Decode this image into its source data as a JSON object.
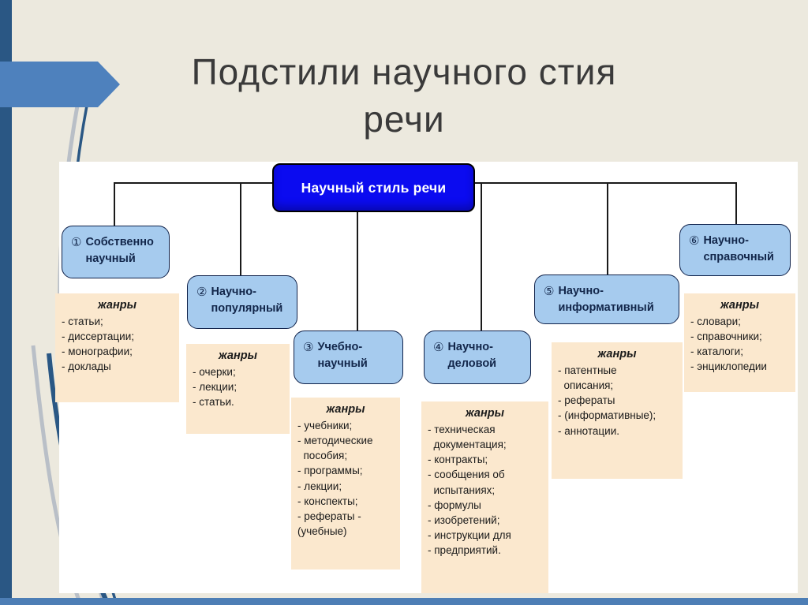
{
  "slide": {
    "title": "Подстили научного стия\nречи"
  },
  "diagram": {
    "root_label": "Научный стиль речи",
    "genres_heading": "жанры",
    "branches": [
      {
        "number": "①",
        "name": "Собственно\nнаучный",
        "genres": [
          "- статьи;",
          "- диссертации;",
          "- монографии;",
          "- доклады"
        ]
      },
      {
        "number": "②",
        "name": "Научно-\nпопулярный",
        "genres": [
          "- очерки;",
          "- лекции;",
          "- статьи."
        ]
      },
      {
        "number": "③",
        "name": "Учебно-\nнаучный",
        "genres": [
          "- учебники;",
          "- методические",
          "  пособия;",
          "- программы;",
          "- лекции;",
          "- конспекты;",
          "- рефераты -",
          "(учебные)"
        ]
      },
      {
        "number": "④",
        "name": "Научно-\nделовой",
        "genres": [
          "- техническая",
          "  документация;",
          "- контракты;",
          "- сообщения об",
          "  испытаниях;",
          "- формулы",
          "- изобретений;",
          "- инструкции для",
          "- предприятий."
        ]
      },
      {
        "number": "⑤",
        "name": "Научно-\nинформативный",
        "genres": [
          "- патентные",
          "  описания;",
          "- рефераты",
          "- (информативные);",
          "- аннотации."
        ]
      },
      {
        "number": "⑥",
        "name": "Научно-\nсправочный",
        "genres": [
          "- словари;",
          "- справочники;",
          "- каталоги;",
          "- энциклопедии"
        ]
      }
    ]
  },
  "colors": {
    "background": "#ece9de",
    "sidebar_navy": "#2a5784",
    "accent_blue": "#4e81bd",
    "root_fill": "#0b0bf0",
    "node_fill": "#a6cbee",
    "genre_fill": "#fbe8ce",
    "line": "#1a1a1a",
    "title_text": "#3a3a3a"
  }
}
